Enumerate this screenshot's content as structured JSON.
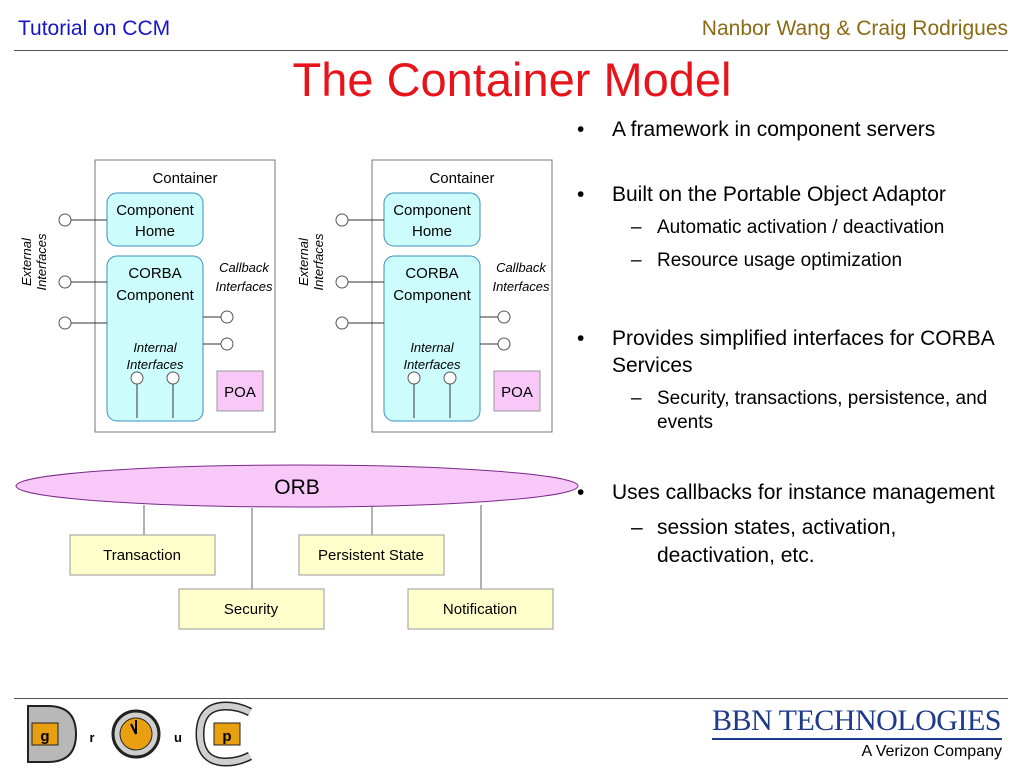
{
  "header": {
    "left": "Tutorial on CCM",
    "right": "Nanbor Wang & Craig Rodrigues"
  },
  "title": "The Container Model",
  "diagram": {
    "container_label": "Container",
    "component_home": [
      "Component",
      "Home"
    ],
    "corba_component": [
      "CORBA",
      "Component"
    ],
    "internal_interfaces": [
      "Internal",
      "Interfaces"
    ],
    "callback_interfaces": [
      "Callback",
      "Interfaces"
    ],
    "external_interfaces": [
      "External",
      "Interfaces"
    ],
    "poa": "POA",
    "orb": "ORB",
    "services": {
      "transaction": "Transaction",
      "persistent_state": "Persistent State",
      "security": "Security",
      "notification": "Notification"
    },
    "colors": {
      "component_fill": "#cdfcfc",
      "poa_fill": "#f8c8f8",
      "orb_fill": "#f8c8f8",
      "service_fill": "#ffffcc",
      "red_accent": "#e8141c"
    }
  },
  "bullets": [
    {
      "text": "A framework in component servers",
      "subs": []
    },
    {
      "text": "Built on the Portable Object Adaptor",
      "subs": [
        "Automatic activation / deactivation",
        "Resource usage optimization"
      ]
    },
    {
      "text": "Provides simplified interfaces for CORBA Services",
      "subs": [
        "Security, transactions, persistence, and events"
      ]
    },
    {
      "text": "Uses callbacks for instance management",
      "subs": [
        "session states, activation, deactivation, etc."
      ]
    }
  ],
  "footer": {
    "logo_letters": [
      "g",
      "r",
      "u",
      "p"
    ],
    "bbn": "BBN TECHNOLOGIES",
    "bbn_sub": "A Verizon Company"
  }
}
